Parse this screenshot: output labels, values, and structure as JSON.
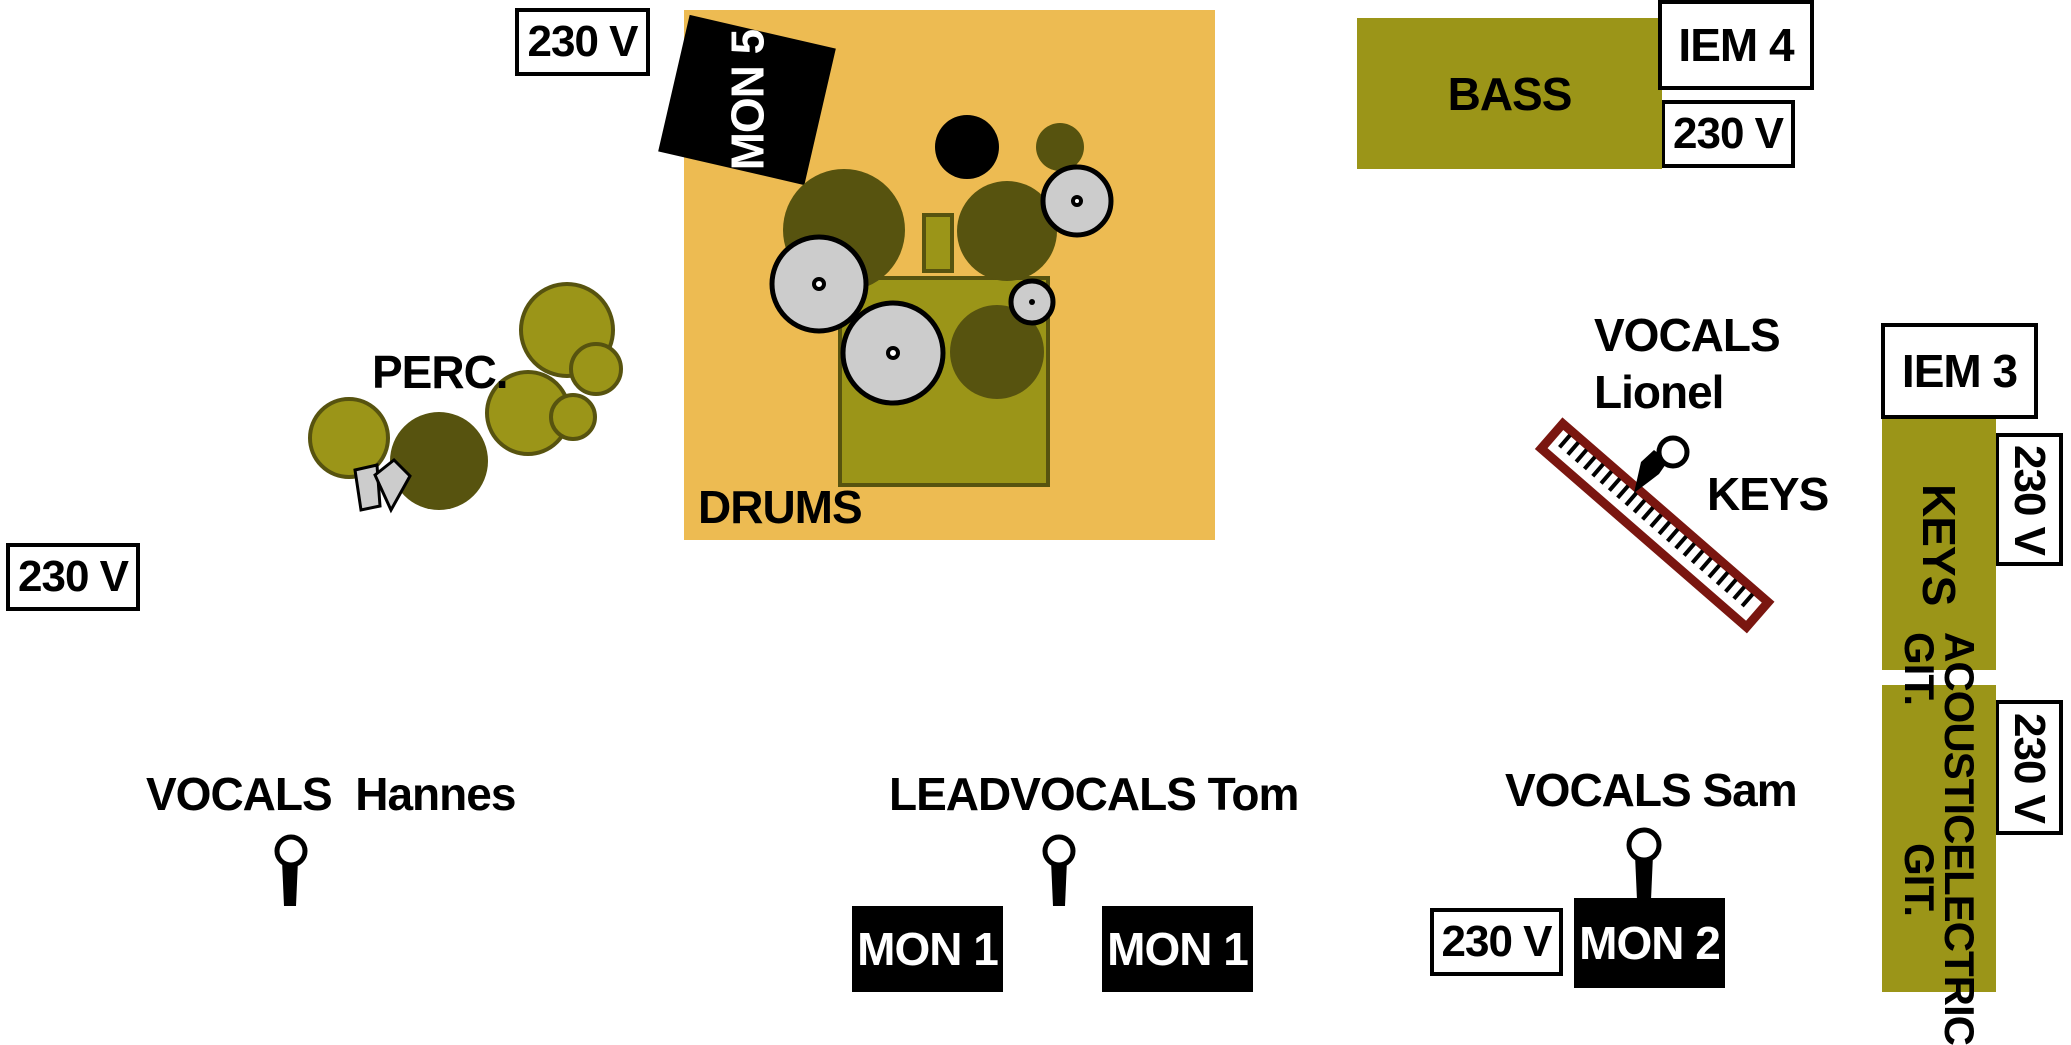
{
  "power_label": "230 V",
  "drums": {
    "label": "DRUMS",
    "colors": {
      "riser": "#edbb52",
      "kick": "#9b9518",
      "shell": "#57530f",
      "cymbal": "#cccccc"
    }
  },
  "perc": {
    "label": "PERC."
  },
  "bass": {
    "label": "BASS"
  },
  "keys": {
    "amp_label": "KEYS",
    "instrument_label": "KEYS",
    "vocal_label_line1": "VOCALS",
    "vocal_label_line2": "Lionel",
    "keyboard_color": "#7a1610"
  },
  "guitar": {
    "line1": "ACOUSTIC GIT.",
    "line2": "ELECTRIC GIT."
  },
  "iem": {
    "iem4": "IEM 4",
    "iem3": "IEM 3"
  },
  "monitors": {
    "mon5": "MON 5",
    "mon1": "MON 1",
    "mon2": "MON 2"
  },
  "vocals": {
    "hannes": "VOCALS  Hannes",
    "tom": "LEADVOCALS Tom",
    "sam": "VOCALS Sam"
  },
  "colors": {
    "amp": "#9b9518",
    "riser": "#edbb52",
    "monitor": "#000000"
  }
}
